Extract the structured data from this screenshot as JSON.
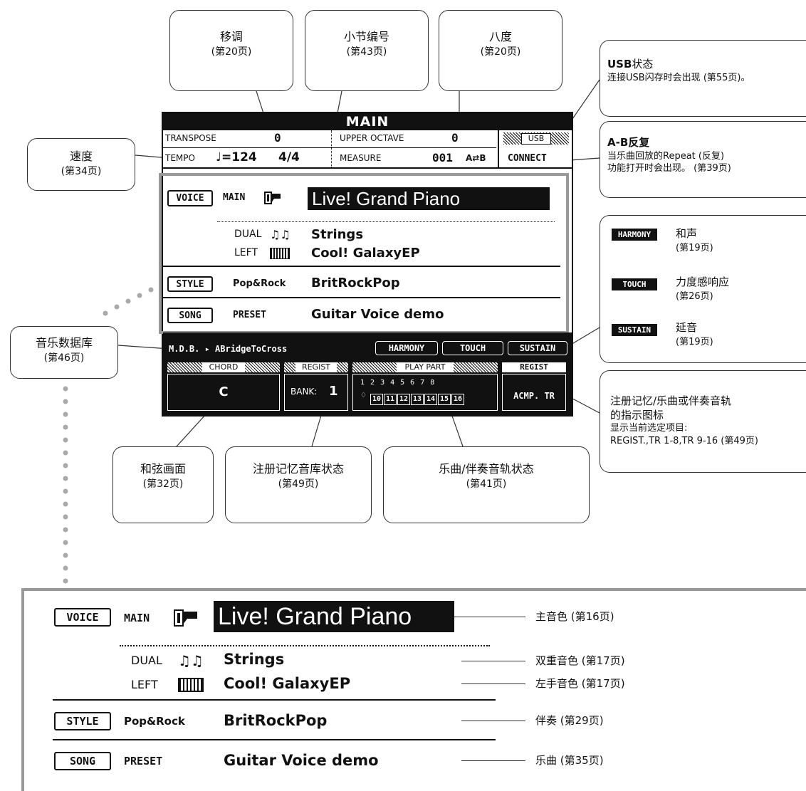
{
  "callouts": {
    "transpose": {
      "title": "移调",
      "page": "(第20页)"
    },
    "measure": {
      "title": "小节编号",
      "page": "(第43页)"
    },
    "octave": {
      "title": "八度",
      "page": "(第20页)"
    },
    "usb": {
      "title_bold": "USB",
      "title_rest": "状态",
      "desc": "连接USB闪存时会出现 (第55页)。"
    },
    "ab_repeat": {
      "title": "A-B反复",
      "desc1": "当乐曲回放的Repeat (反复)",
      "desc2": "功能打开时会出现。 (第39页)"
    },
    "tempo": {
      "title": "速度",
      "page": "(第34页)"
    },
    "mdb": {
      "title": "音乐数据库",
      "page": "(第46页)"
    },
    "harmony": {
      "badge": "HARMONY",
      "title": "和声",
      "page": "(第19页)"
    },
    "touch": {
      "badge": "TOUCH",
      "title": "力度感响应",
      "page": "(第26页)"
    },
    "sustain": {
      "badge": "SUSTAIN",
      "title": "延音",
      "page": "(第19页)"
    },
    "registration": {
      "line1": "注册记忆/乐曲或伴奏音轨",
      "line2": "的指示图标",
      "line3": "显示当前选定项目:",
      "line4": "REGIST.,TR 1-8,TR 9-16 (第49页)"
    },
    "chord": {
      "title": "和弦画面",
      "page": "(第32页)"
    },
    "regist_bank": {
      "title": "注册记忆音库状态",
      "page": "(第49页)"
    },
    "track": {
      "title": "乐曲/伴奏音轨状态",
      "page": "(第41页)"
    }
  },
  "lcd": {
    "header": "MAIN",
    "transpose_label": "TRANSPOSE",
    "transpose_value": "0",
    "upper_octave_label": "UPPER OCTAVE",
    "upper_octave_value": "0",
    "usb": "USB",
    "tempo_label": "TEMPO",
    "tempo_value": "♩=124",
    "time_sig": "4/4",
    "measure_label": "MEASURE",
    "measure_value": "001",
    "ab": "A⇄B",
    "connect": "CONNECT",
    "voice_tag": "VOICE",
    "main_label": "MAIN",
    "main_voice": "Live! Grand Piano",
    "dual_label": "DUAL",
    "dual_voice": "Strings",
    "left_label": "LEFT",
    "left_voice": "Cool! GalaxyEP",
    "style_tag": "STYLE",
    "style_category": "Pop&Rock",
    "style_name": "BritRockPop",
    "song_tag": "SONG",
    "song_category": "PRESET",
    "song_name": "Guitar Voice demo",
    "mdb": "M.D.B. ▸ ABridgeToCross",
    "harmony": "HARMONY",
    "touch": "TOUCH",
    "sustain": "SUSTAIN",
    "chord_label": "CHORD",
    "chord_value": "C",
    "regist_label": "REGIST",
    "bank_label": "BANK:",
    "bank_value": "1",
    "play_part_label": "PLAY PART",
    "tracks_top": [
      "1",
      "2",
      "3",
      "4",
      "5",
      "6",
      "7",
      "8"
    ],
    "tracks_bottom": [
      "10",
      "11",
      "12",
      "13",
      "14",
      "15",
      "16"
    ],
    "regist_right": "REGIST",
    "acmp_tr": "ACMP. TR"
  },
  "zoom": {
    "voice_tag": "VOICE",
    "main_label": "MAIN",
    "main_voice": "Live! Grand Piano",
    "dual_label": "DUAL",
    "dual_voice": "Strings",
    "left_label": "LEFT",
    "left_voice": "Cool! GalaxyEP",
    "style_tag": "STYLE",
    "style_category": "Pop&Rock",
    "style_name": "BritRockPop",
    "song_tag": "SONG",
    "song_category": "PRESET",
    "song_name": "Guitar Voice demo",
    "labels": {
      "main": "主音色 (第16页)",
      "dual": "双重音色 (第17页)",
      "left": "左手音色 (第17页)",
      "style": "伴奏 (第29页)",
      "song": "乐曲 (第35页)"
    }
  }
}
